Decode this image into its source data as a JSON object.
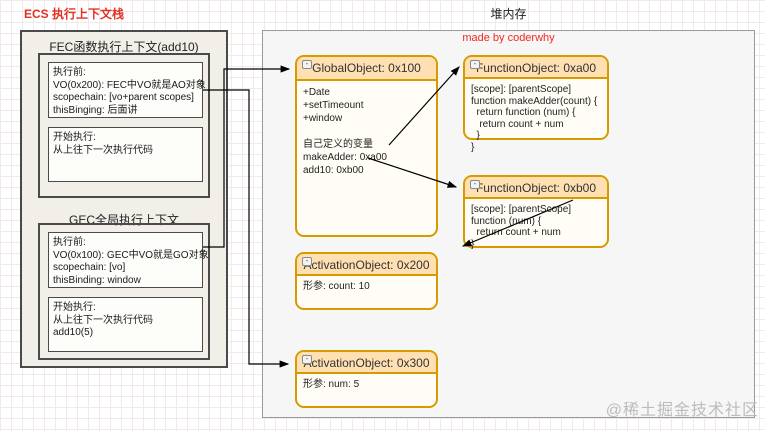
{
  "page": {
    "ecs_title": "ECS 执行上下文栈",
    "heap_title": "堆内存",
    "made_by": "made by coderwhy",
    "watermark": "@稀土掘金技术社区"
  },
  "ecs": {
    "fec": {
      "title": "FEC函数执行上下文(add10)",
      "before_lines": [
        "执行前:",
        "VO(0x200): FEC中VO就是AO对象",
        "scopechain: [vo+parent scopes]",
        "thisBinging: 后面讲"
      ],
      "exec_lines": [
        "开始执行:",
        "从上往下一次执行代码"
      ]
    },
    "gec": {
      "title": "GEC全局执行上下文",
      "before_lines": [
        "执行前:",
        "VO(0x100): GEC中VO就是GO对象",
        "scopechain: [vo]",
        "thisBinding: window"
      ],
      "exec_lines": [
        "开始执行:",
        "从上往下一次执行代码",
        "add10(5)"
      ]
    }
  },
  "heap": {
    "global_object": {
      "title": "GlobalObject: 0x100",
      "lines": [
        "+Date",
        "+setTimeount",
        "+window",
        "",
        "自己定义的变量",
        "makeAdder: 0xa00",
        "add10: 0xb00"
      ]
    },
    "function_a00": {
      "title": "FunctionObject: 0xa00",
      "lines": [
        "[scope]: [parentScope]",
        "function makeAdder(count) {",
        "  return function (num) {",
        "   return count + num",
        "  }",
        "}"
      ]
    },
    "function_b00": {
      "title": "FunctionObject: 0xb00",
      "lines": [
        "[scope]: [parentScope]",
        "function (num) {",
        "  return count + num",
        "}"
      ]
    },
    "activation_200": {
      "title": "ActivationObject: 0x200",
      "lines": [
        "形参: count: 10"
      ]
    },
    "activation_300": {
      "title": "ActivationObject: 0x300",
      "lines": [
        "形参: num: 5"
      ]
    }
  },
  "colors": {
    "accent_red": "#e33224",
    "node_border": "#d79b00",
    "node_header": "#ffe0b2"
  }
}
